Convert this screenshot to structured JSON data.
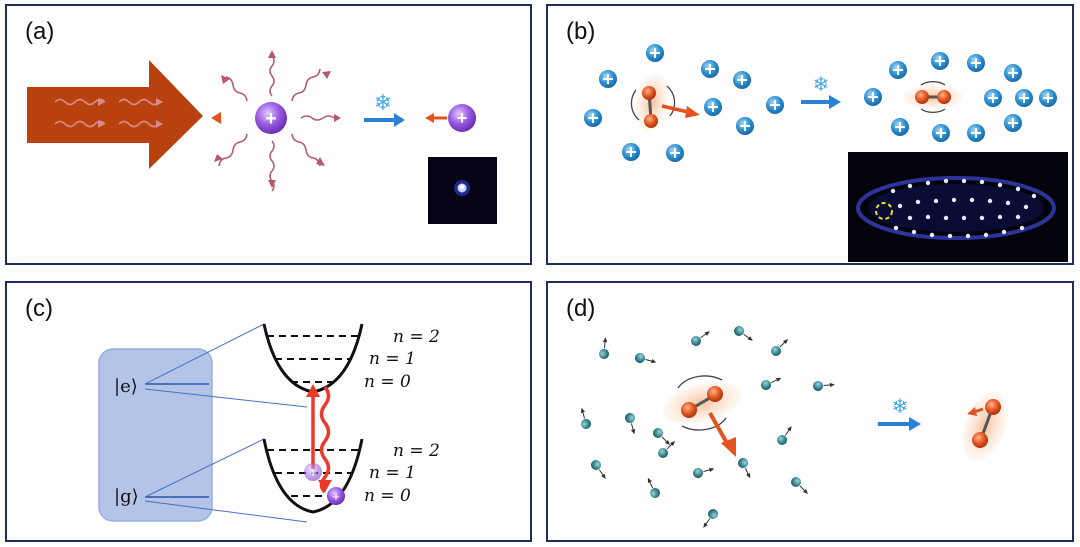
{
  "panels": [
    {
      "id": "a",
      "label": "(a)"
    },
    {
      "id": "b",
      "label": "(b)"
    },
    {
      "id": "c",
      "label": "(c)"
    },
    {
      "id": "d",
      "label": "(d)"
    }
  ],
  "symbols": {
    "plus": "+",
    "snowflake": "❄"
  },
  "colors": {
    "frame": "#1f2d5a",
    "laser": "#b8410e",
    "ion_purple": "#8e4fd6",
    "ion_blue": "#2c8fd0",
    "cool_arrow": "#2b7fd4",
    "atom_red": "#e2531f",
    "red_arrow": "#e83b2b",
    "energy_box": "#b3c4e8",
    "gas_atom": "#3c8d96"
  },
  "panel_c": {
    "ket_e": "|e⟩",
    "ket_g": "|g⟩",
    "upper_levels": [
      "n = 2",
      "n = 1",
      "n = 0"
    ],
    "lower_levels": [
      "n = 2",
      "n = 1",
      "n = 0"
    ]
  }
}
